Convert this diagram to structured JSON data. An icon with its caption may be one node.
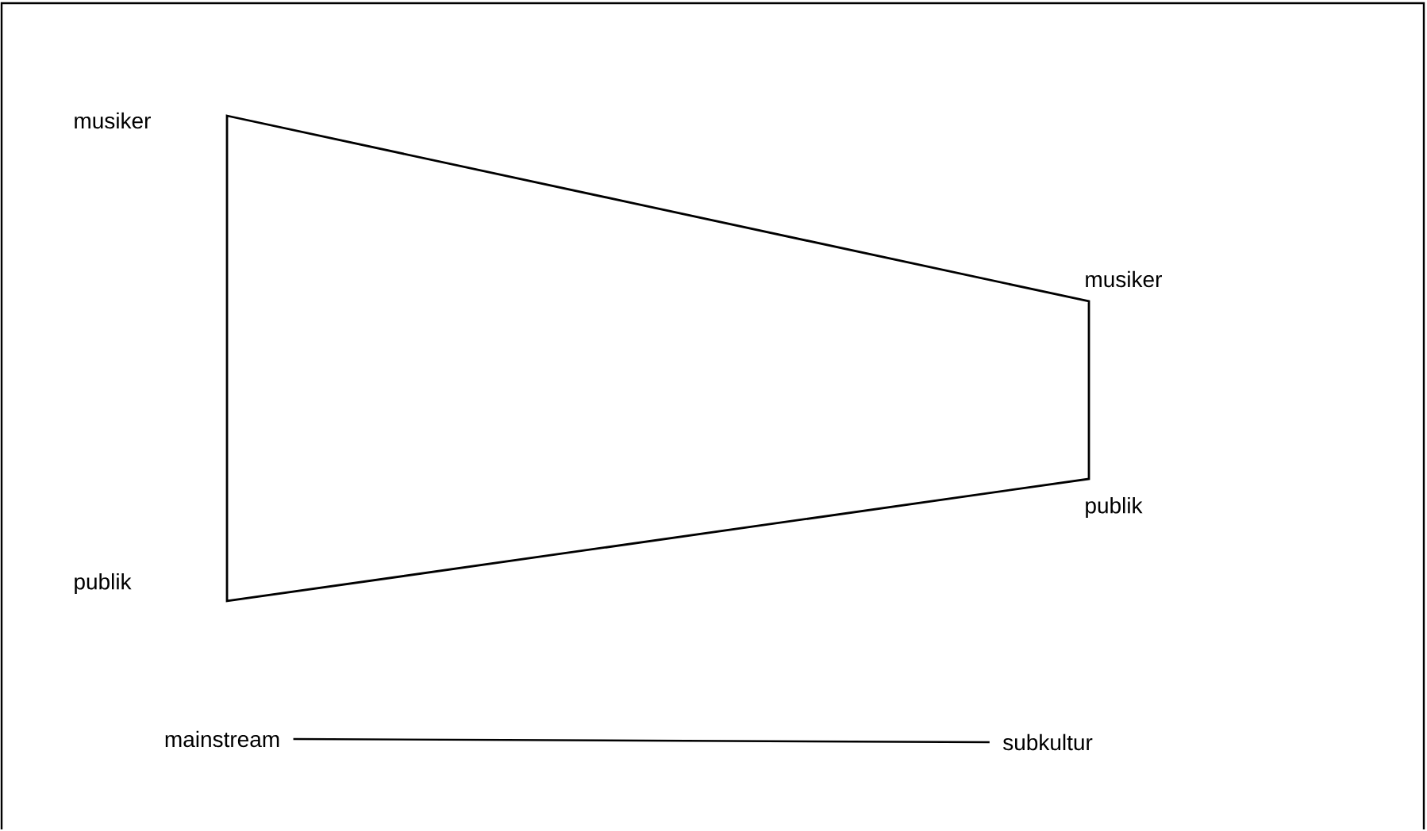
{
  "diagram": {
    "nodes": [
      {
        "text": [
          "mainstream"
        ]
      },
      {
        "text": [
          "subkultur"
        ]
      }
    ],
    "edges": [
      {
        "from": 0,
        "to": 1,
        "arrow": "none"
      }
    ],
    "labels": [
      "musiker",
      "musiker",
      "publik",
      "publik"
    ]
  }
}
